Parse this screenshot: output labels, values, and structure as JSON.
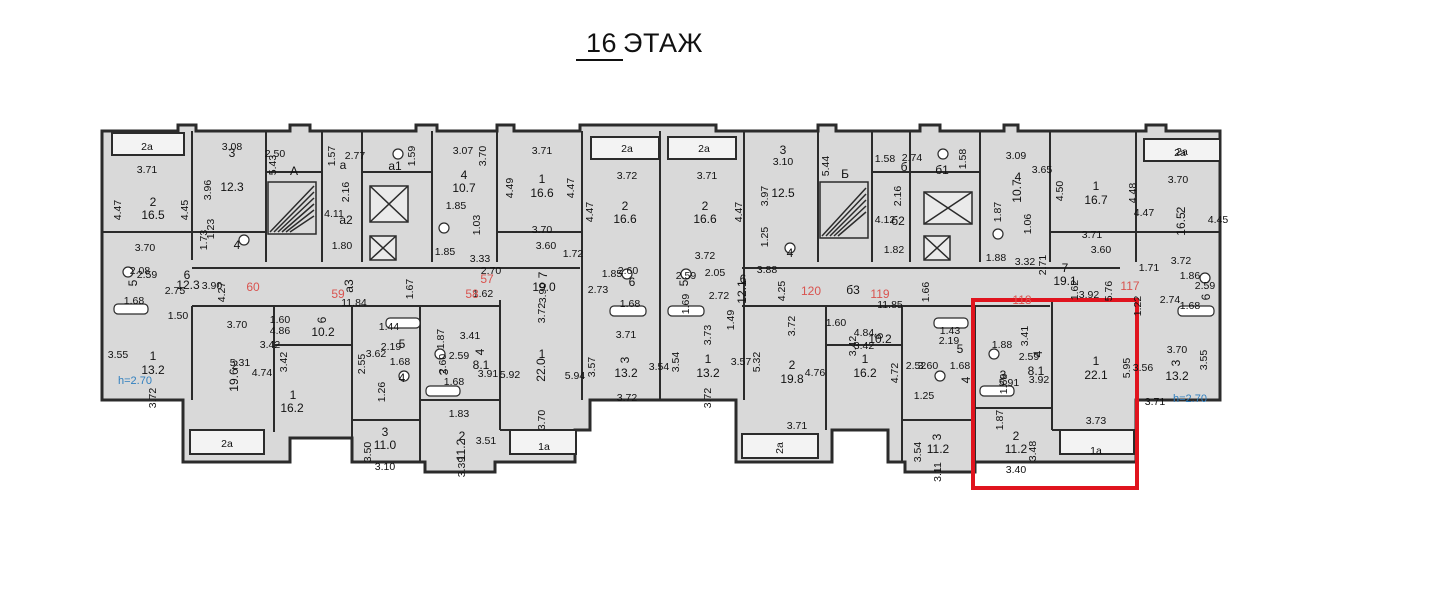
{
  "title": {
    "number": "16",
    "label": "ЭТАЖ"
  },
  "colors": {
    "wall": "#2b2b2b",
    "fill_common": "#e6e6e6",
    "fill_room": "#d9d9d9",
    "fill_wet": "#e9e9e9",
    "text": "#111111",
    "flat_no": "#d9534f",
    "ceiling": "#2f7fbf",
    "highlight": "#e0141e"
  },
  "ceiling_height": "h=2.70",
  "flat_numbers": [
    "60",
    "59",
    "58",
    "57",
    "120",
    "119",
    "118",
    "117"
  ],
  "room_labels": [
    "2a",
    "3.71",
    "2",
    "16.5",
    "4.47",
    "4.45",
    "3.70",
    "3",
    "3.08",
    "12.3",
    "3.96",
    "1.23",
    "1.73",
    "4",
    "2.50",
    "5.43",
    "A",
    "1.57",
    "а",
    "2.77",
    "а1",
    "1.59",
    "3.07",
    "4",
    "10.7",
    "3.70",
    "1.85",
    "1.03",
    "1.85",
    "3.71",
    "1",
    "16.6",
    "4.49",
    "4.47",
    "3.70",
    "3.60",
    "2a",
    "3.72",
    "2",
    "16.6",
    "4.47",
    "2a",
    "3.71",
    "2",
    "16.6",
    "4.47",
    "3.72",
    "3",
    "3.10",
    "12.5",
    "3.97",
    "1.25",
    "4",
    "5.44",
    "Б",
    "1.58",
    "б",
    "2.74",
    "б1",
    "1.58",
    "3.09",
    "4",
    "10.7",
    "3.65",
    "1.87",
    "1.06",
    "1",
    "16.7",
    "4.50",
    "4.48",
    "3.71",
    "3.60",
    "2a",
    "3.70",
    "2",
    "16.5",
    "4.47",
    "4.45",
    "3.72",
    "2.16",
    "4.11",
    "а2",
    "1.80",
    "2.16",
    "4.12",
    "б2",
    "1.82",
    "5",
    "2.59",
    "2.08",
    "6",
    "12.3",
    "2.75",
    "4.27",
    "1.68",
    "1.50",
    "3.90",
    "а3",
    "11.84",
    "1.67",
    "3.33",
    "2.70",
    "1.62",
    "7",
    "19.0",
    "1.72",
    "3.90",
    "1.85",
    "2.60",
    "6",
    "1.68",
    "2.73",
    "5",
    "2.59",
    "1.69",
    "2.05",
    "6",
    "12.1",
    "2.72",
    "1.49",
    "3.88",
    "4.25",
    "б3",
    "11.85",
    "1.66",
    "1.88",
    "3.32",
    "2.71",
    "7",
    "19.1",
    "1.62",
    "1.71",
    "3.92",
    "5.76",
    "1.86",
    "2.59",
    "6",
    "1.68",
    "2.74",
    "1.22",
    "3.55",
    "1",
    "13.2",
    "3.72",
    "3.70",
    "2",
    "19.6",
    "5.31",
    "1.60",
    "4.86",
    "6",
    "10.2",
    "3.42",
    "3.42",
    "4.74",
    "1",
    "16.2",
    "1.44",
    "5",
    "2.19",
    "1.68",
    "2.55",
    "3.62",
    "4",
    "1.26",
    "1.87",
    "3.41",
    "4",
    "8.1",
    "2.60",
    "3",
    "1.68",
    "3.91",
    "1.83",
    "2.59",
    "3.72",
    "1",
    "22.0",
    "5.92",
    "5.94",
    "3.70",
    "3.71",
    "3",
    "13.2",
    "3.57",
    "3.54",
    "3.72",
    "3.73",
    "1",
    "13.2",
    "3.54",
    "3.57",
    "3.72",
    "3.72",
    "2",
    "19.8",
    "5.32",
    "3.71",
    "1.60",
    "4.84",
    "6",
    "10.2",
    "3.42",
    "3.42",
    "4.76",
    "1",
    "16.2",
    "4.72",
    "1.43",
    "5",
    "2.19",
    "2.52",
    "3.60",
    "1.68",
    "4",
    "1.25",
    "1.88",
    "3.41",
    "4",
    "8.1",
    "2.59",
    "3",
    "1.68",
    "3.92",
    "5.91",
    "1.87",
    "1",
    "22.1",
    "5.95",
    "3.73",
    "3.70",
    "3",
    "13.2",
    "3.56",
    "3.55",
    "3.71",
    "3.50",
    "3",
    "11.0",
    "3.10",
    "2",
    "11.2",
    "3.51",
    "3.39",
    "1a",
    "1a",
    "3.54",
    "3",
    "11.2",
    "3.11",
    "2",
    "11.2",
    "3.48",
    "3.40",
    "2a",
    "2a",
    "2a"
  ]
}
